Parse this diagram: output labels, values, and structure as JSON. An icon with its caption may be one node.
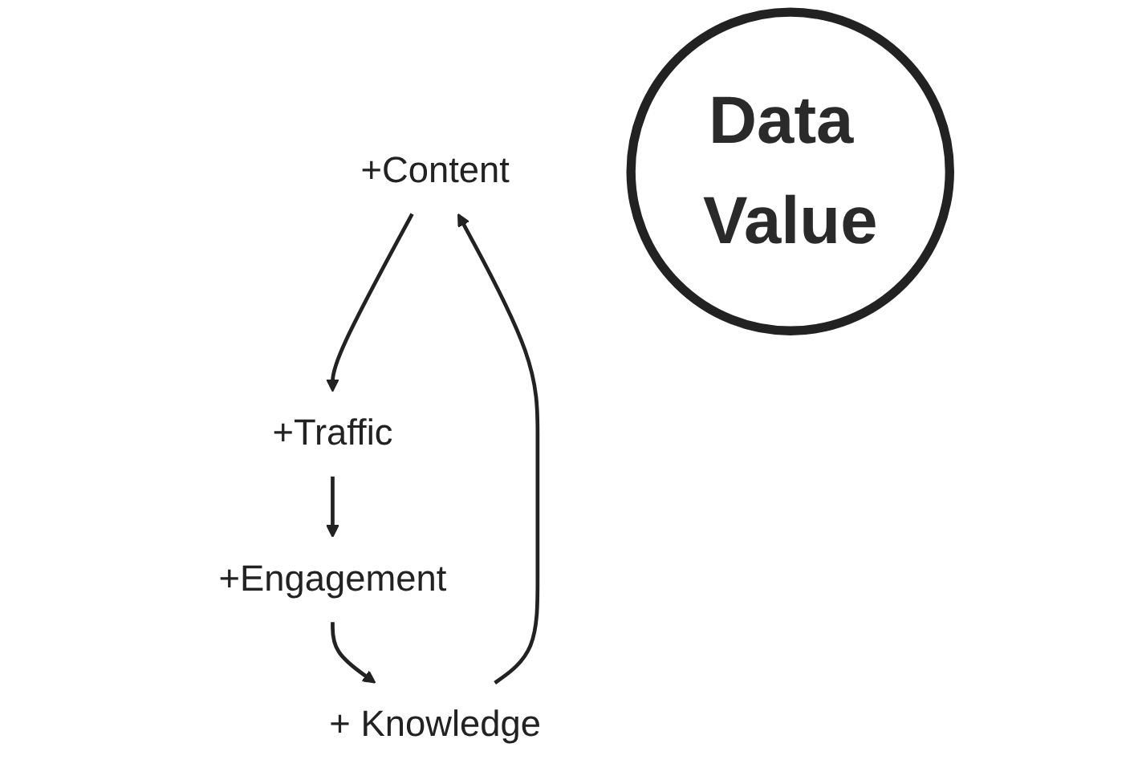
{
  "diagram": {
    "nodes": [
      {
        "text": [
          "+Content"
        ]
      },
      {
        "text": [
          "+ Knowledge"
        ]
      },
      {
        "text": [
          "Data Value"
        ]
      },
      {
        "text": [
          "+Traffic"
        ]
      },
      {
        "text": [
          "+Engagement"
        ]
      }
    ],
    "edges": [
      {
        "from": 0,
        "to": 3,
        "arrow": "to"
      },
      {
        "from": 3,
        "to": 4,
        "arrow": "to"
      },
      {
        "from": 4,
        "to": 1,
        "arrow": "to"
      },
      {
        "from": 1,
        "to": 0,
        "arrow": "to"
      }
    ]
  }
}
